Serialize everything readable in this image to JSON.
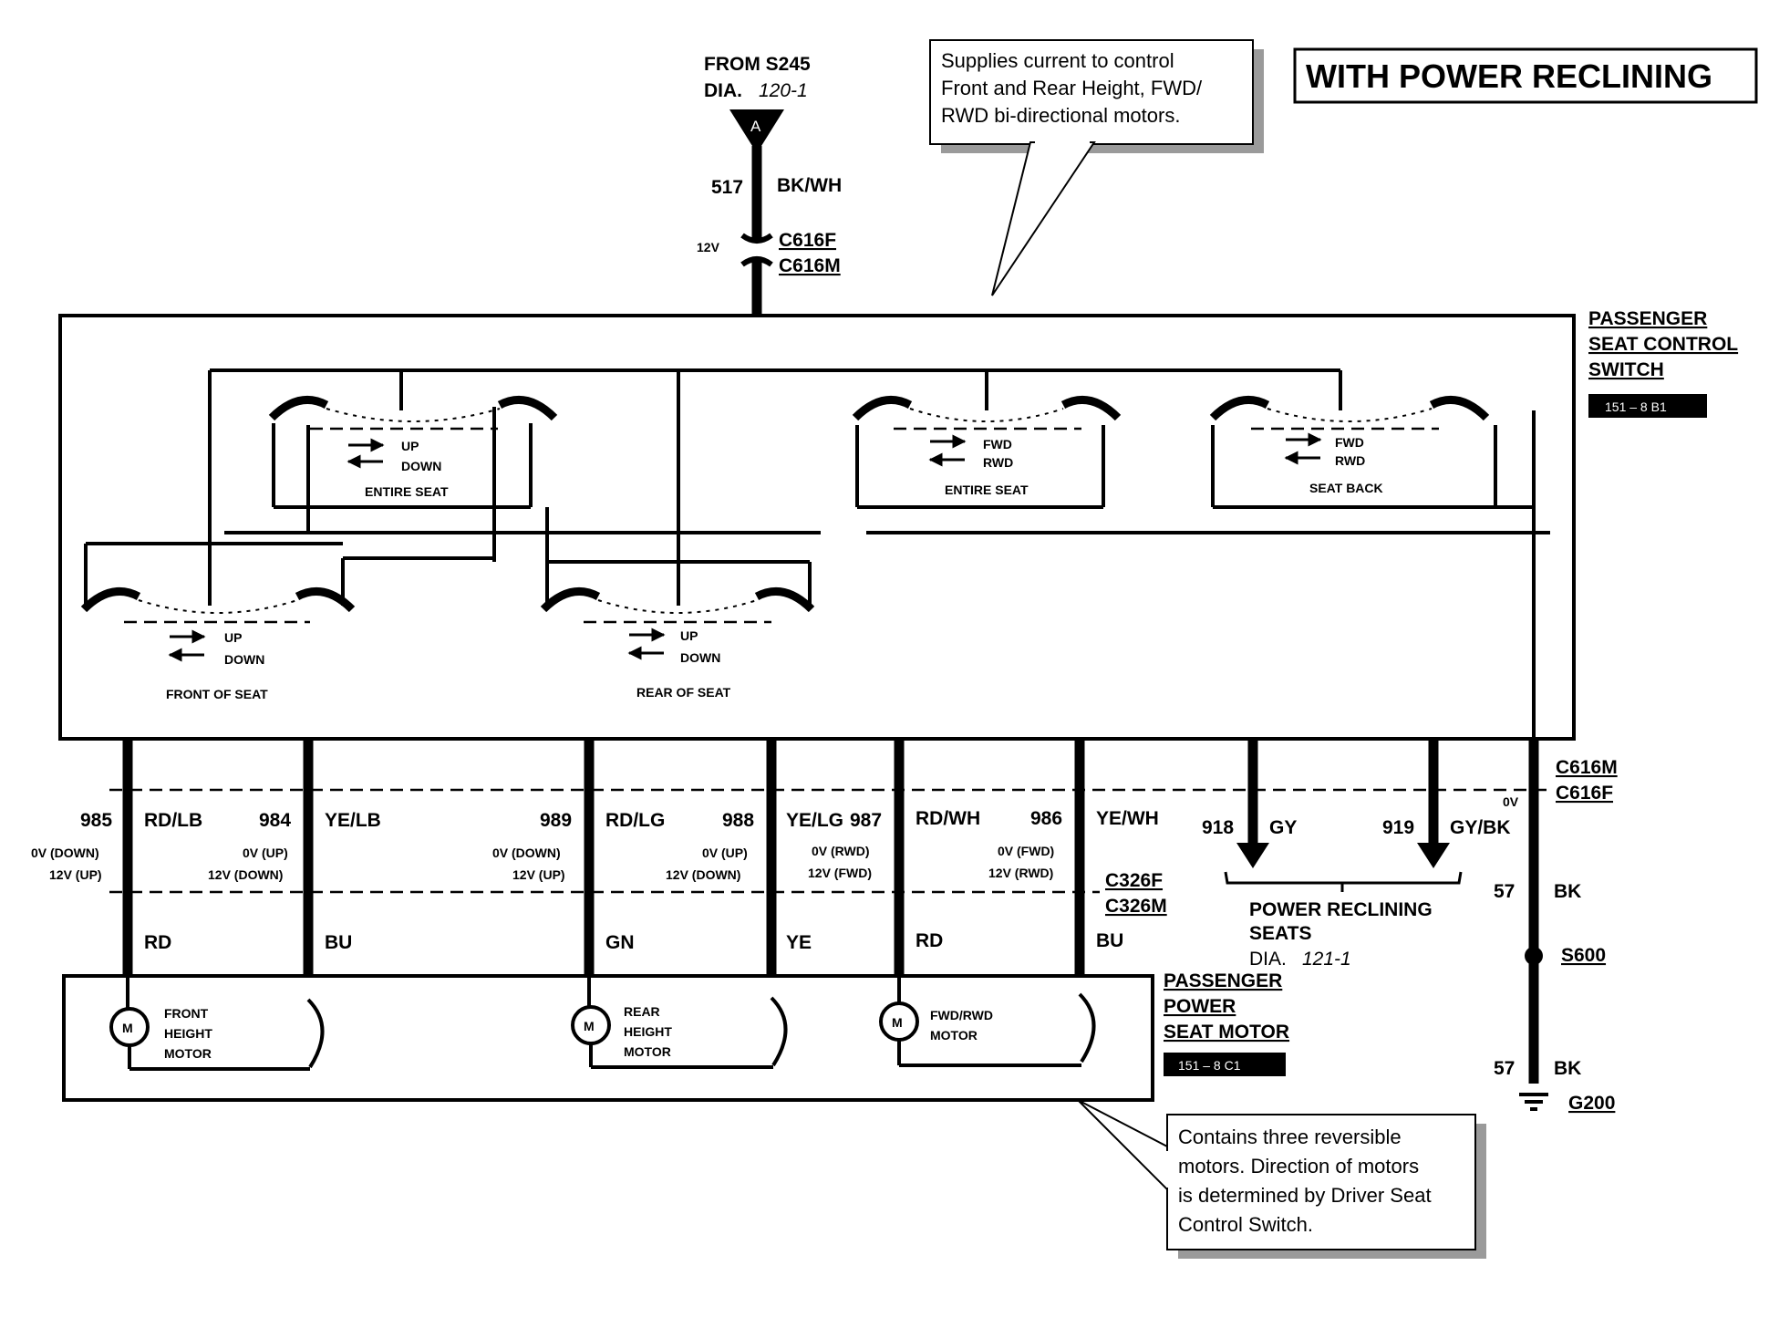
{
  "title": "WITH POWER RECLINING",
  "source": {
    "from": "FROM S245",
    "dia_prefix": "DIA.",
    "dia_ref": "120-1",
    "connector_letter": "A"
  },
  "feed": {
    "circuit": "517",
    "color": "BK/WH",
    "voltage": "12V",
    "connector_f": "C616F",
    "connector_m": "C616M"
  },
  "top_callout": [
    "Supplies current to control",
    "Front and Rear Height, FWD/",
    "RWD bi-directional motors."
  ],
  "switch": {
    "label": [
      "PASSENGER",
      "SEAT CONTROL",
      "SWITCH"
    ],
    "ref": "151 – 8 B1"
  },
  "switch_groups": [
    {
      "arrow_up": "UP",
      "arrow_down": "DOWN",
      "name": "ENTIRE SEAT"
    },
    {
      "arrow_up": "FWD",
      "arrow_down": "RWD",
      "name": "ENTIRE SEAT"
    },
    {
      "arrow_up": "FWD",
      "arrow_down": "RWD",
      "name": "SEAT BACK"
    },
    {
      "arrow_up": "UP",
      "arrow_down": "DOWN",
      "name": "FRONT OF SEAT"
    },
    {
      "arrow_up": "UP",
      "arrow_down": "DOWN",
      "name": "REAR OF SEAT"
    }
  ],
  "wires": [
    {
      "circuit": "985",
      "color": "RD/LB",
      "v1": "0V (DOWN)",
      "v2": "12V (UP)",
      "motor_color": "RD"
    },
    {
      "circuit": "984",
      "color": "YE/LB",
      "v1": "0V (UP)",
      "v2": "12V (DOWN)",
      "motor_color": "BU"
    },
    {
      "circuit": "989",
      "color": "RD/LG",
      "v1": "0V (DOWN)",
      "v2": "12V (UP)",
      "motor_color": "GN"
    },
    {
      "circuit": "988",
      "color": "YE/LG",
      "v1": "0V (UP)",
      "v2": "12V (DOWN)",
      "motor_color": "YE"
    },
    {
      "circuit": "987",
      "color": "RD/WH",
      "v1": "0V (RWD)",
      "v2": "12V (FWD)",
      "motor_color": "RD"
    },
    {
      "circuit": "986",
      "color": "YE/WH",
      "v1": "0V (FWD)",
      "v2": "12V (RWD)",
      "motor_color": "BU"
    }
  ],
  "c326": {
    "f": "C326F",
    "m": "C326M"
  },
  "recline": {
    "w918": {
      "circuit": "918",
      "color": "GY"
    },
    "w919": {
      "circuit": "919",
      "color": "GY/BK"
    },
    "label": [
      "POWER RECLINING",
      "SEATS"
    ],
    "dia_prefix": "DIA.",
    "dia_ref": "121-1"
  },
  "ground": {
    "voltage": "0V",
    "connector_m": "C616M",
    "connector_f": "C616F",
    "circuit_a": "57",
    "color_a": "BK",
    "splice": "S600",
    "circuit_b": "57",
    "color_b": "BK",
    "ground_point": "G200"
  },
  "motor_module": {
    "label": [
      "PASSENGER",
      "POWER",
      "SEAT MOTOR"
    ],
    "ref": "151 – 8 C1",
    "motor_symbol": "M"
  },
  "motors": [
    {
      "lines": [
        "FRONT",
        "HEIGHT",
        "MOTOR"
      ]
    },
    {
      "lines": [
        "REAR",
        "HEIGHT",
        "MOTOR"
      ]
    },
    {
      "lines": [
        "FWD/RWD",
        "MOTOR"
      ]
    }
  ],
  "bottom_callout": [
    "Contains three reversible",
    "motors.  Direction of motors",
    "is determined by Driver Seat",
    "Control Switch."
  ]
}
